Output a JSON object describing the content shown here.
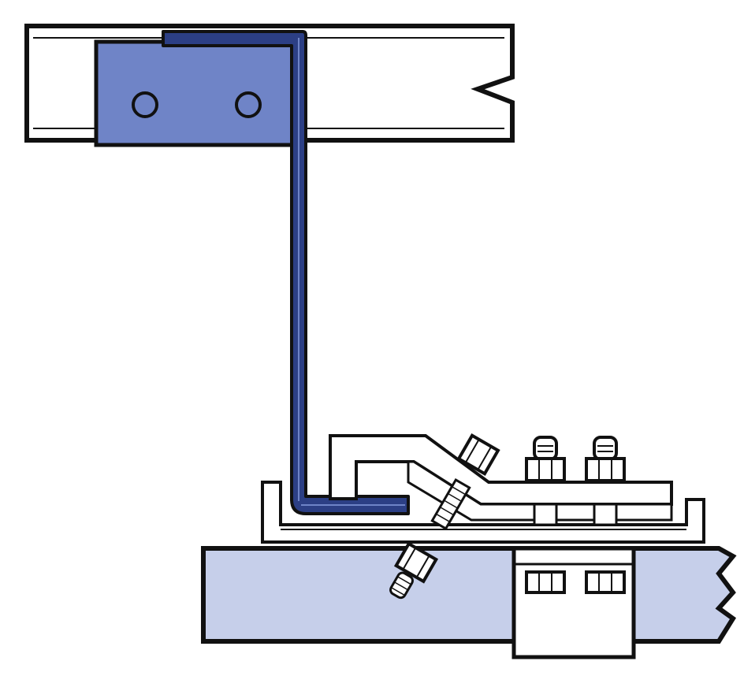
{
  "diagram": {
    "subject": "steel-clamp-hanger-assembly",
    "colors": {
      "background": "#ffffff",
      "outline": "#111111",
      "bracket_fill": "#6f84c7",
      "rod_fill": "#2c3f85",
      "lower_beam_fill": "#c6cfea",
      "part_fill": "#ffffff"
    },
    "components": [
      {
        "id": "upper-beam",
        "icon": "i-beam-flange"
      },
      {
        "id": "upper-bracket",
        "icon": "plate-with-two-holes"
      },
      {
        "id": "hanger-rod",
        "icon": "l-shaped-rod"
      },
      {
        "id": "lower-beam",
        "icon": "i-beam-flange"
      },
      {
        "id": "clamp-plate",
        "icon": "channel-plate"
      },
      {
        "id": "tilted-bolt",
        "icon": "bolt-with-nut"
      },
      {
        "id": "vertical-bolts",
        "icon": "bolt-pair"
      },
      {
        "id": "lower-clamp-block",
        "icon": "clamp-block"
      }
    ]
  }
}
